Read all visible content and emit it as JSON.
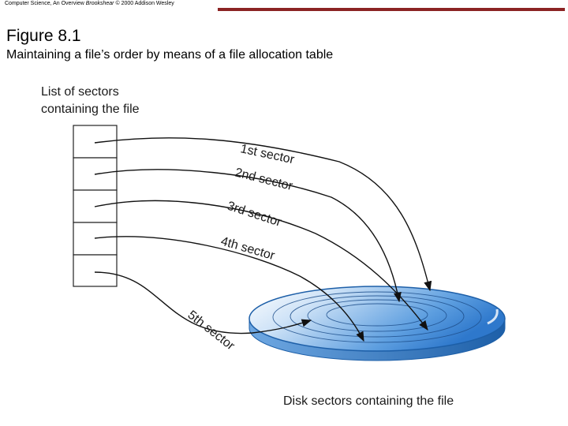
{
  "header": {
    "text_before": "Computer Science, An Overview ",
    "italic": "Brookshear",
    "text_after": " © 2000 Addison Wesley"
  },
  "figure": {
    "title": "Figure 8.1",
    "caption": "Maintaining a file’s order by means of a file allocation table"
  },
  "diagram": {
    "list_label_line1": "List of sectors",
    "list_label_line2": "containing the file",
    "sectors": [
      "1st sector",
      "2nd sector",
      "3rd sector",
      "4th sector",
      "5th sector"
    ],
    "disk_label": "Disk sectors containing the file"
  },
  "colors": {
    "header_rule": "#8b2323",
    "disk_light": "#e6f1fc",
    "disk_dark": "#2e78cc",
    "disk_edge": "#1d5fa8"
  }
}
